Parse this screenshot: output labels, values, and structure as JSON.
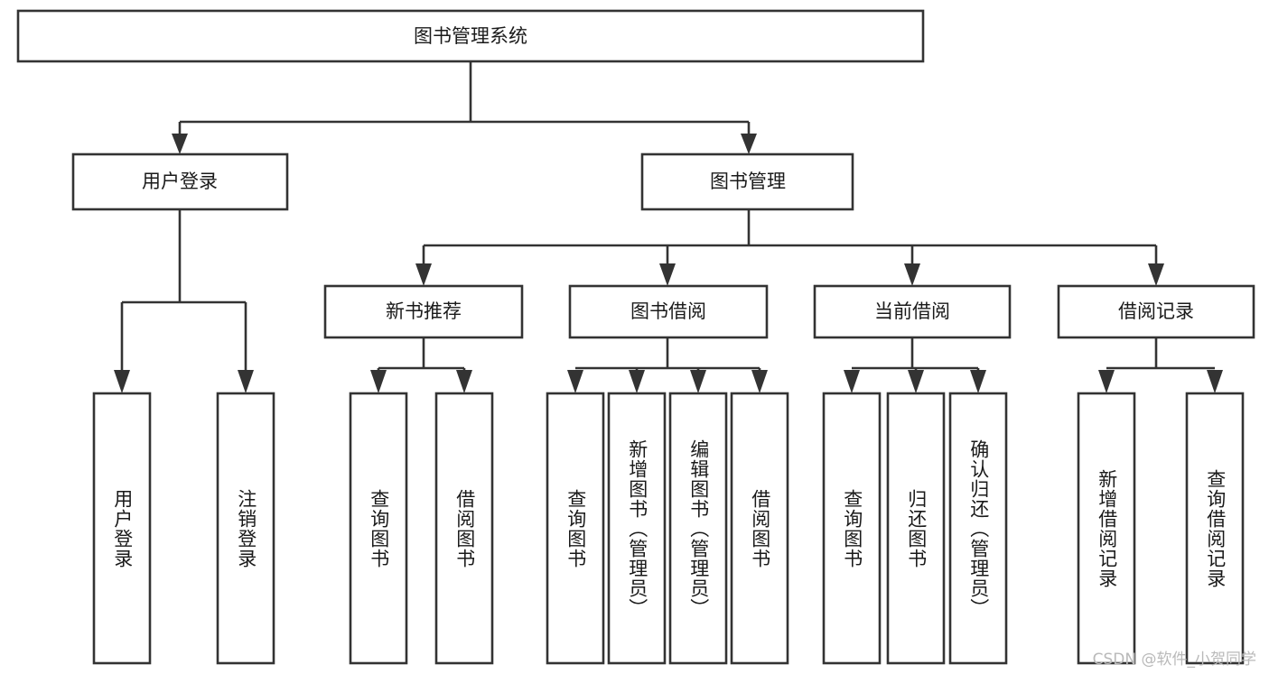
{
  "diagram": {
    "title_node": {
      "label": "图书管理系统"
    },
    "level1": [
      {
        "id": "user-login",
        "label": "用户登录"
      },
      {
        "id": "book-management",
        "label": "图书管理"
      }
    ],
    "level2": [
      {
        "id": "new-book-recommend",
        "label": "新书推荐",
        "parent": "book-management"
      },
      {
        "id": "book-borrow",
        "label": "图书借阅",
        "parent": "book-management"
      },
      {
        "id": "current-borrow",
        "label": "当前借阅",
        "parent": "book-management"
      },
      {
        "id": "borrow-record",
        "label": "借阅记录",
        "parent": "book-management"
      }
    ],
    "leaves": [
      {
        "id": "leaf-user-login",
        "label": "用户登录",
        "parent": "user-login"
      },
      {
        "id": "leaf-user-logout",
        "label": "注销登录",
        "parent": "user-login"
      },
      {
        "id": "leaf-query-book-1",
        "label": "查询图书",
        "parent": "new-book-recommend"
      },
      {
        "id": "leaf-borrow-book-1",
        "label": "借阅图书",
        "parent": "new-book-recommend"
      },
      {
        "id": "leaf-query-book-2",
        "label": "查询图书",
        "parent": "book-borrow"
      },
      {
        "id": "leaf-add-book",
        "label": "新增图书（管理员）",
        "parent": "book-borrow"
      },
      {
        "id": "leaf-edit-book",
        "label": "编辑图书（管理员）",
        "parent": "book-borrow"
      },
      {
        "id": "leaf-borrow-book-2",
        "label": "借阅图书",
        "parent": "book-borrow"
      },
      {
        "id": "leaf-query-book-3",
        "label": "查询图书",
        "parent": "current-borrow"
      },
      {
        "id": "leaf-return-book",
        "label": "归还图书",
        "parent": "current-borrow"
      },
      {
        "id": "leaf-confirm-return",
        "label": "确认归还（管理员）",
        "parent": "current-borrow"
      },
      {
        "id": "leaf-add-record",
        "label": "新增借阅记录",
        "parent": "borrow-record"
      },
      {
        "id": "leaf-query-record",
        "label": "查询借阅记录",
        "parent": "borrow-record"
      }
    ],
    "colors": {
      "stroke": "#333333",
      "fill": "#ffffff",
      "text": "#1a1a1a",
      "watermark": "#b9b9b9"
    }
  },
  "watermark": {
    "text": "CSDN @软件_小贺同学"
  }
}
